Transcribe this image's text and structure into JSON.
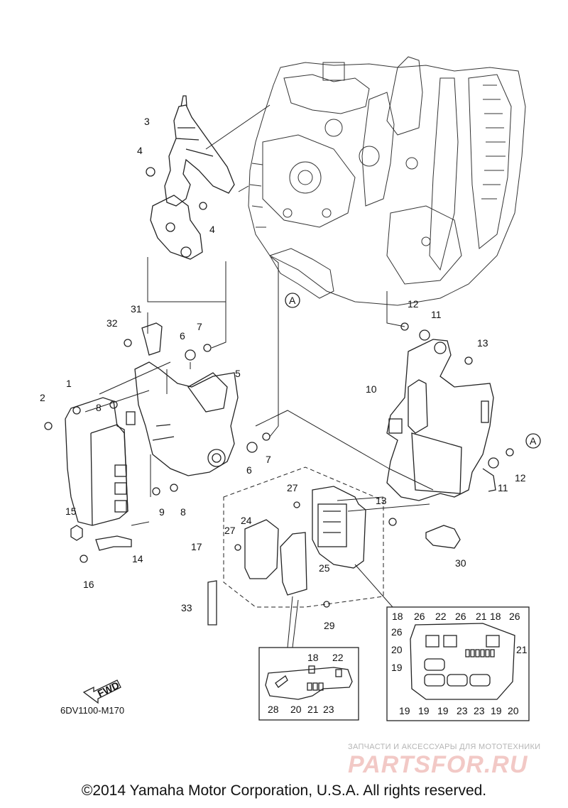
{
  "diagram": {
    "callouts": {
      "c1": "1",
      "c2": "2",
      "c3": "3",
      "c4a": "4",
      "c4b": "4",
      "c5": "5",
      "c6a": "6",
      "c6b": "6",
      "c7a": "7",
      "c7b": "7",
      "c8a": "8",
      "c8b": "8",
      "c9": "9",
      "c10": "10",
      "c11a": "11",
      "c11b": "11",
      "c12a": "12",
      "c12b": "12",
      "c13a": "13",
      "c13b": "13",
      "c14": "14",
      "c15": "15",
      "c16": "16",
      "c17": "17",
      "c24": "24",
      "c25": "25",
      "c27a": "27",
      "c27b": "27",
      "c29": "29",
      "c30": "30",
      "c31": "31",
      "c32": "32",
      "c33": "33",
      "refA1": "A",
      "refA2": "A"
    },
    "inset_small": {
      "c18": "18",
      "c22": "22",
      "c28": "28",
      "c20": "20",
      "c21": "21",
      "c23": "23"
    },
    "inset_large": {
      "top": [
        "18",
        "26",
        "22",
        "26",
        "21",
        "18",
        "26"
      ],
      "left_26": "26",
      "left_20": "20",
      "left_19": "19",
      "right_21": "21",
      "bottom": [
        "19",
        "19",
        "19",
        "23",
        "23",
        "19",
        "20"
      ]
    },
    "fwd_label": "FWD",
    "drawing_code": "6DV1100-M170"
  },
  "watermark": {
    "subtitle": "ЗАПЧАСТИ И АКСЕССУАРЫ ДЛЯ МОТОТЕХНИКИ",
    "brand": "PARTSFOR.RU"
  },
  "copyright": "©2014 Yamaha Motor Corporation, U.S.A. All rights reserved."
}
